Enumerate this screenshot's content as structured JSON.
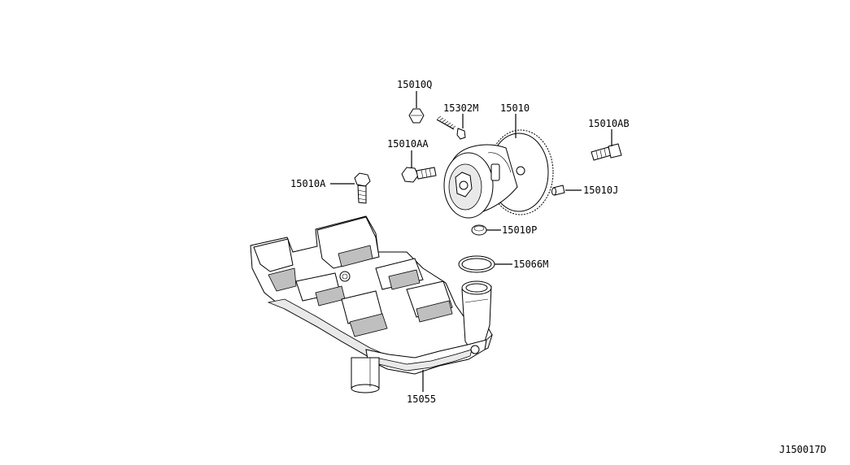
{
  "labels": {
    "cap_15010Q": "15010Q",
    "spring_15302M": "15302M",
    "pump_15010": "15010",
    "bolt_15010AB": "15010AB",
    "bolt_15010AA": "15010AA",
    "bolt_15010A": "15010A",
    "pin_15010J": "15010J",
    "plug_15010P": "15010P",
    "oring_15066M": "15066M",
    "strainer_15055": "15055"
  },
  "diagram_id": "J150017D"
}
